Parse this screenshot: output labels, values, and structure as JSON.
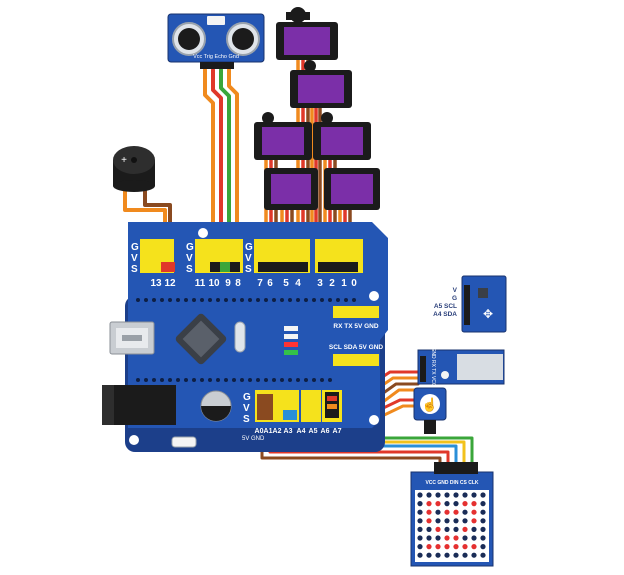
{
  "ultrasonic": {
    "pins": "Vcc Trig Echo Gnd"
  },
  "shield": {
    "left_rail": [
      "G",
      "V",
      "S"
    ],
    "digital_pins": [
      "13",
      "12",
      "11",
      "10",
      "9",
      "8",
      "7",
      "6",
      "5",
      "4",
      "3",
      "2",
      "1",
      "0"
    ],
    "uart_labels": "RX  TX  5V GND",
    "i2c_labels": "SCL SDA 5V GND",
    "analog_rail": [
      "G",
      "V",
      "S"
    ],
    "analog_pins": [
      "A0",
      "A1",
      "A2",
      "A3",
      "A4",
      "A5",
      "A6",
      "A7"
    ],
    "power_labels": "5V GND"
  },
  "gyro": {
    "rows": [
      "V",
      "G",
      "A5  SCL",
      "A4  SDA"
    ]
  },
  "bluetooth": {
    "pins": "GND RX TX VCC"
  },
  "matrix": {
    "pins": "VCC GND DIN CS CLK"
  },
  "colors": {
    "board": "#2456b4",
    "board_dark": "#1c3f8a",
    "header_yellow": "#f5e21c",
    "servo": "#7b2fa8",
    "matrix_led": "#e53030",
    "wire_orange": "#f08a1e",
    "wire_red": "#e0382a",
    "wire_brown": "#8a4a20",
    "wire_green": "#3aa63a",
    "wire_blue": "#2a8fd8",
    "wire_yellow": "#f2c21c"
  }
}
